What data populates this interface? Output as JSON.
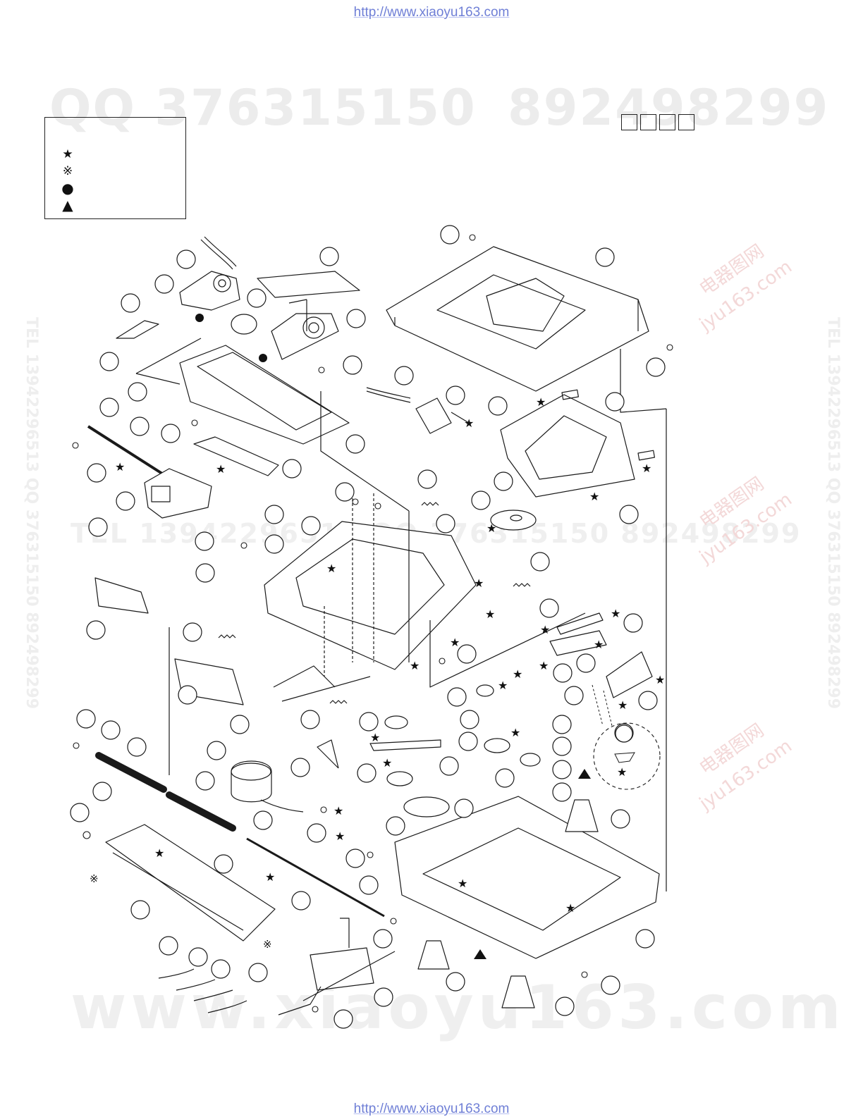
{
  "header": {
    "url_top": "http://www.xiaoyu163.com",
    "url_bottom": "http://www.xiaoyu163.com"
  },
  "watermarks": {
    "qq": "QQ 376315150",
    "qq2": "892498299",
    "tel": "TEL 13942296513  QQ 376315150  892498299",
    "www": "www.xiaoyu163.com",
    "side_left": "TEL 13942296513 QQ 376315150 892498299",
    "side_right": "TEL 13942296513 QQ 376315150 892498299",
    "stamp": "电器图网",
    "stamp_url": "jyu163.com"
  },
  "legend": {
    "symbols": [
      "★",
      "※",
      "●",
      "▲"
    ]
  },
  "marks": {
    "star": "★",
    "ref": "※"
  },
  "colors": {
    "line": "#1a1a1a",
    "watermark": "#ececec",
    "link": "#6f7fd6"
  }
}
